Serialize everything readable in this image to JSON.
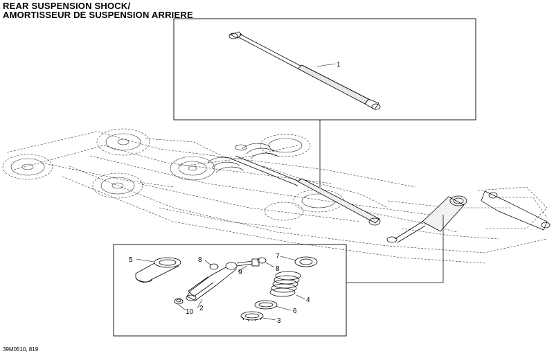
{
  "header": {
    "title_line1": "REAR SUSPENSION SHOCK/",
    "title_line2": "AMORTISSEUR DE SUSPENSION ARRIERE"
  },
  "footer": {
    "code": "39M0510, 819"
  },
  "callouts": {
    "c1": "1",
    "c2": "2",
    "c3": "3",
    "c4": "4",
    "c5": "5",
    "c6": "6",
    "c7": "7",
    "c8a": "8",
    "c8b": "8",
    "c9": "9",
    "c10": "10"
  }
}
